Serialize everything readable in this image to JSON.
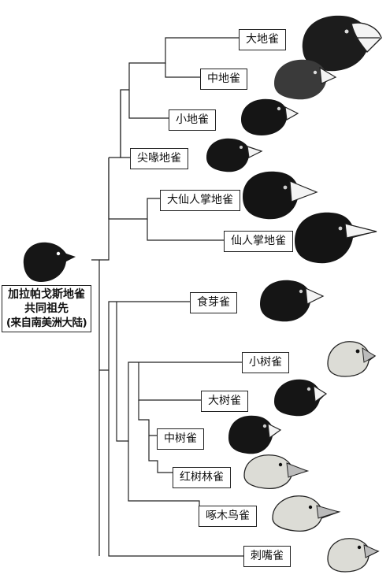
{
  "ancestor": {
    "line1": "加拉帕戈斯地雀",
    "line2": "共同祖先",
    "line3": "(来自南美洲大陆)"
  },
  "species": [
    {
      "label": "大地雀"
    },
    {
      "label": "中地雀"
    },
    {
      "label": "小地雀"
    },
    {
      "label": "尖喙地雀"
    },
    {
      "label": "大仙人掌地雀"
    },
    {
      "label": "仙人掌地雀"
    },
    {
      "label": "食芽雀"
    },
    {
      "label": "小树雀"
    },
    {
      "label": "大树雀"
    },
    {
      "label": "中树雀"
    },
    {
      "label": "红树林雀"
    },
    {
      "label": "啄木鸟雀"
    },
    {
      "label": "刺嘴雀"
    }
  ],
  "colors": {
    "line": "#222222",
    "dark_bird": "#161616",
    "light_bird": "#dcdcd6"
  }
}
